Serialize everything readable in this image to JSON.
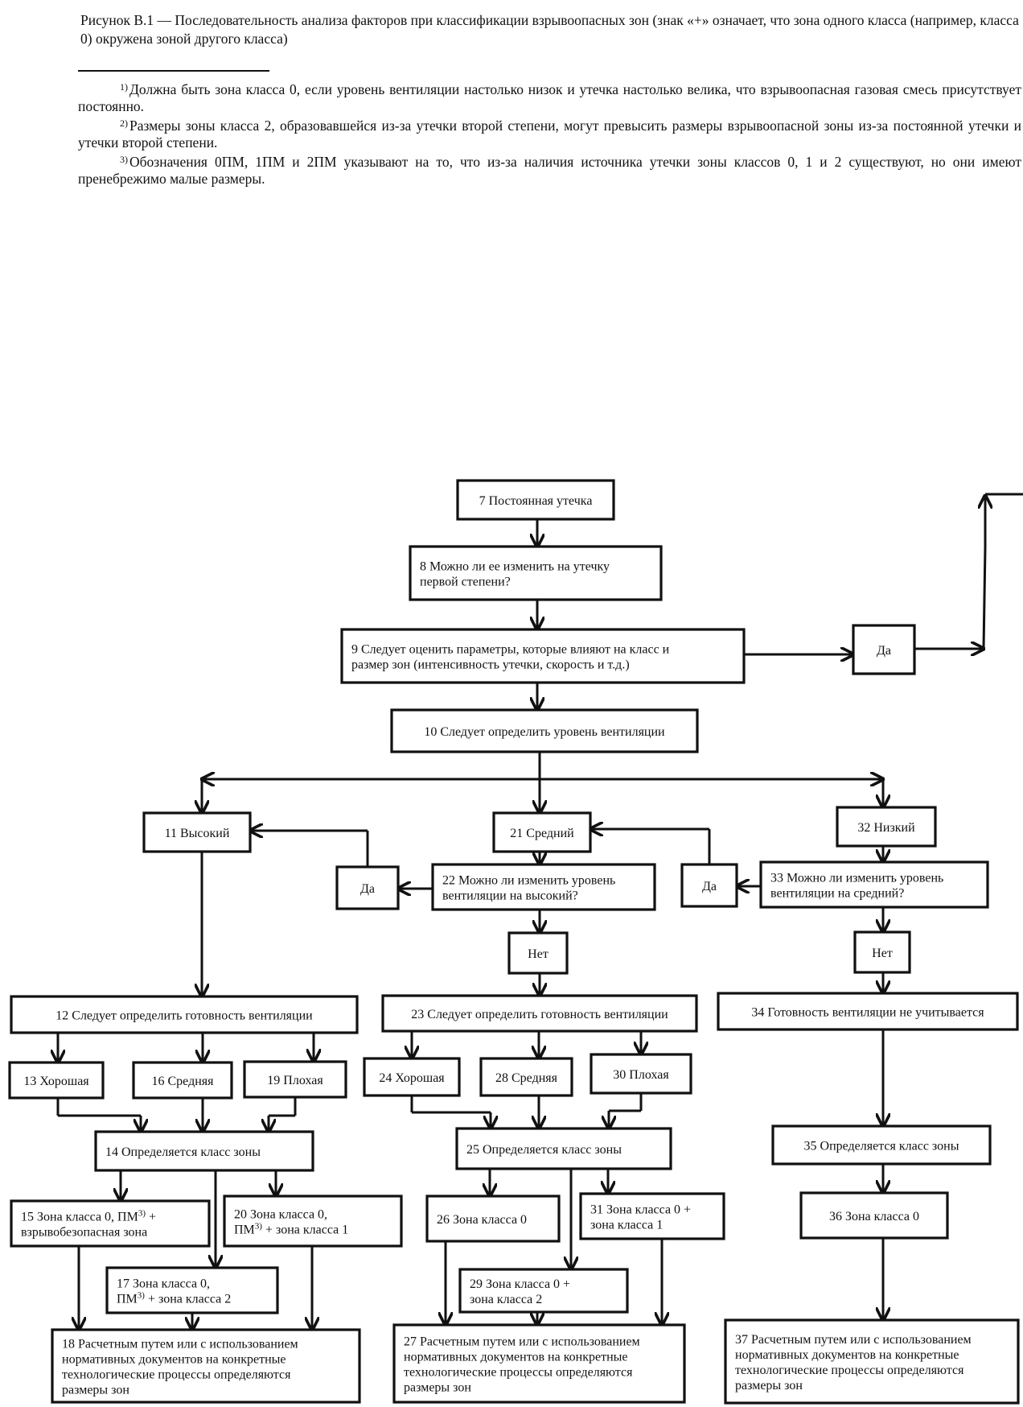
{
  "caption": "Рисунок В.1 — Последовательность анализа факторов при классификации взрывоопасных зон (знак «+» означает, что зона одного класса (например, класса 0) окружена зоной другого класса)",
  "footnotes": [
    {
      "marker": "1)",
      "text": "Должна быть зона класса 0, если уровень вентиляции настолько низок и утечка настолько велика, что взрывоопасная газовая смесь присутствует постоянно."
    },
    {
      "marker": "2)",
      "text": "Размеры зоны класса 2, образовавшейся из-за утечки второй степени, могут превысить размеры взрывоопасной зоны из-за постоянной утечки и утечки второй степени."
    },
    {
      "marker": "3)",
      "text": "Обозначения 0ПМ, 1ПМ и 2ПМ указывают на то, что из-за наличия источника утечки зоны классов 0, 1 и 2 существуют, но они имеют пренебрежимо малые размеры."
    }
  ],
  "flowchart": {
    "boxes": {
      "b7": [
        "7  Постоянная утечка"
      ],
      "b8": [
        "8  Можно ли ее изменить на утечку",
        "первой степени?"
      ],
      "b9": [
        "9  Следует оценить параметры, которые влияют на класс и",
        "размер зон (интенсивность утечки, скорость и т.д.)"
      ],
      "yes9": [
        "Да"
      ],
      "b10": [
        "10  Следует определить уровень вентиляции"
      ],
      "b11": [
        "11  Высокий"
      ],
      "b21": [
        "21  Средний"
      ],
      "b32": [
        "32  Низкий"
      ],
      "yes22": [
        "Да"
      ],
      "b22": [
        "22  Можно ли изменить уровень",
        "вентиляции на высокий?"
      ],
      "yes33": [
        "Да"
      ],
      "b33": [
        "33  Можно ли изменить уровень",
        "вентиляции на средний?"
      ],
      "no22": [
        "Нет"
      ],
      "no33": [
        "Нет"
      ],
      "b12": [
        "12  Следует определить готовность вентиляции"
      ],
      "b23": [
        "23  Следует определить готовность вентиляции"
      ],
      "b34": [
        "34  Готовность вентиляции не учитывается"
      ],
      "b13": [
        "13  Хорошая"
      ],
      "b16": [
        "16  Средняя"
      ],
      "b19": [
        "19  Плохая"
      ],
      "b24": [
        "24  Хорошая"
      ],
      "b28": [
        "28  Средняя"
      ],
      "b30": [
        "30  Плохая"
      ],
      "b14": [
        "14  Определяется класс зоны"
      ],
      "b25": [
        "25  Определяется класс зоны"
      ],
      "b35": [
        "35  Определяется класс зоны"
      ],
      "b15": [
        "15  Зона класса 0, ПМ3) +",
        "взрывобезопасная зона"
      ],
      "b20": [
        "20  Зона класса 0,",
        "ПМ3) + зона класса 1"
      ],
      "b26": [
        "26  Зона класса 0"
      ],
      "b31": [
        "31  Зона класса 0 +",
        "зона класса 1"
      ],
      "b36": [
        "36  Зона класса 0"
      ],
      "b17": [
        "17  Зона класса 0,",
        "ПМ3) + зона класса 2"
      ],
      "b29": [
        "29  Зона класса 0 +",
        "зона класса 2"
      ],
      "b18": [
        "18  Расчетным путем или с использованием",
        "нормативных документов на конкретные",
        "технологические процессы определяются",
        "размеры зон"
      ],
      "b27": [
        "27  Расчетным путем или с использованием",
        "нормативных документов на конкретные",
        "технологические процессы определяются",
        "размеры зон"
      ],
      "b37": [
        "37  Расчетным путем или с использованием",
        "нормативных документов на конкретные",
        "технологические процессы определяются",
        "размеры зон"
      ]
    }
  }
}
